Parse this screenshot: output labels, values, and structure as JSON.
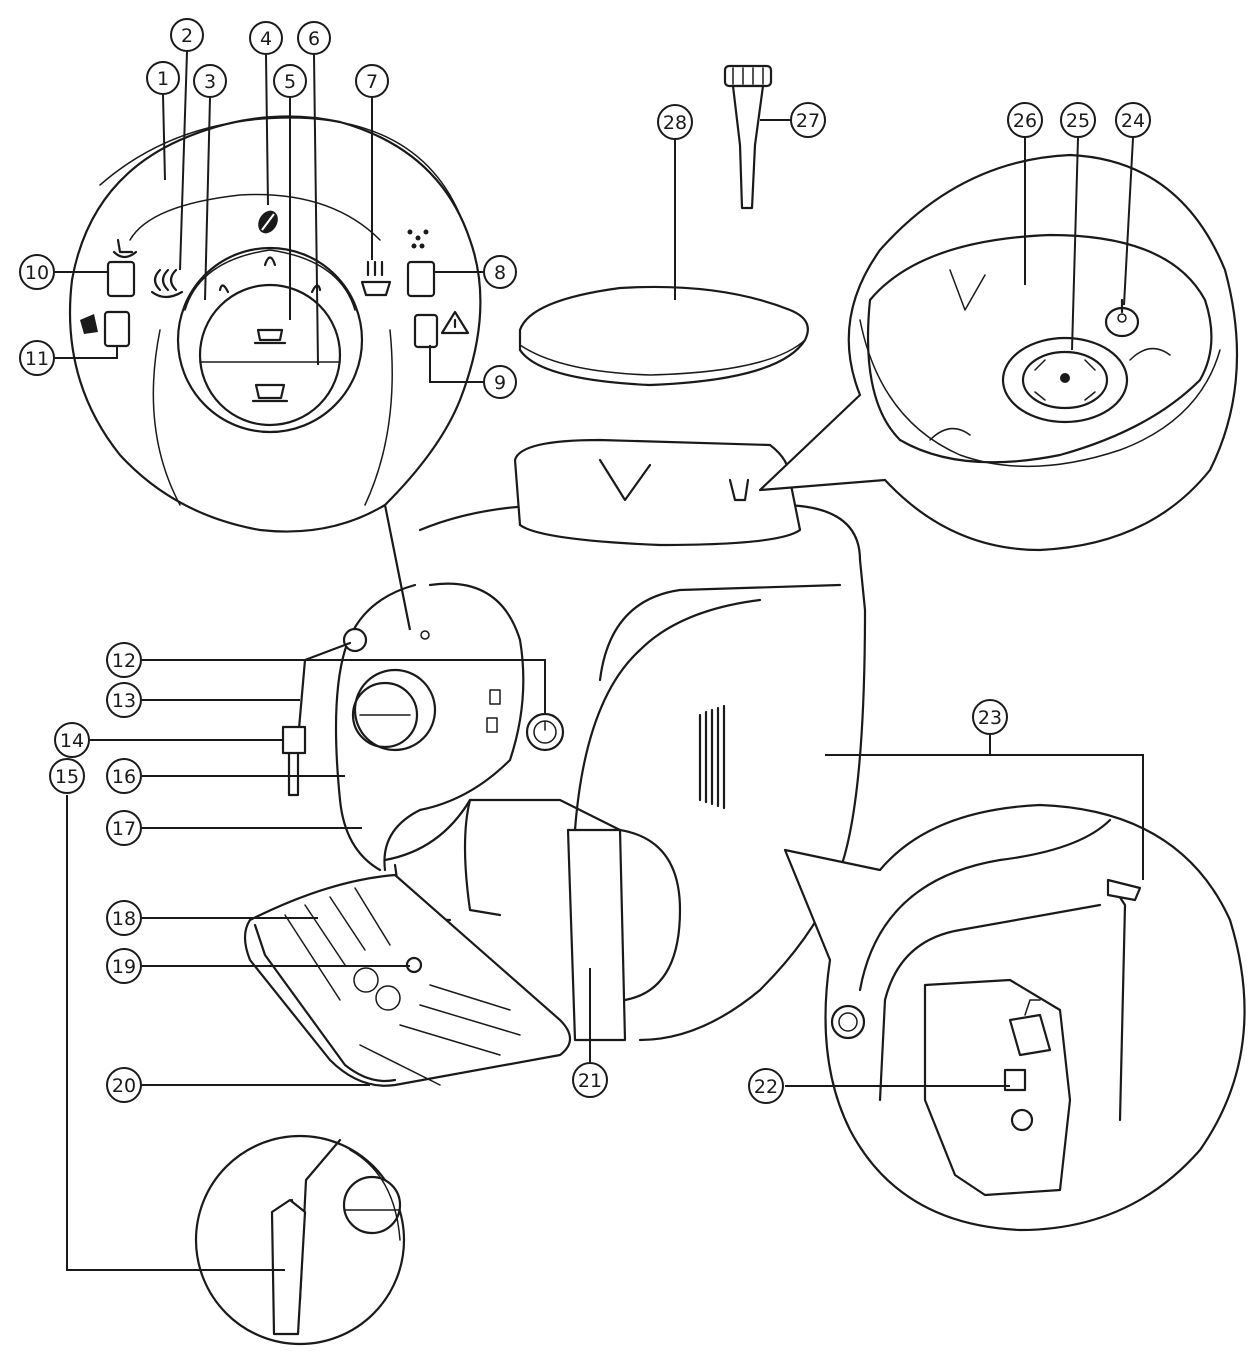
{
  "diagram": {
    "title": "",
    "callouts": [
      {
        "id": "c1",
        "label": "1"
      },
      {
        "id": "c2",
        "label": "2"
      },
      {
        "id": "c3",
        "label": "3"
      },
      {
        "id": "c4",
        "label": "4"
      },
      {
        "id": "c5",
        "label": "5"
      },
      {
        "id": "c6",
        "label": "6"
      },
      {
        "id": "c7",
        "label": "7"
      },
      {
        "id": "c8",
        "label": "8"
      },
      {
        "id": "c9",
        "label": "9"
      },
      {
        "id": "c10",
        "label": "10"
      },
      {
        "id": "c11",
        "label": "11"
      },
      {
        "id": "c12",
        "label": "12"
      },
      {
        "id": "c13",
        "label": "13"
      },
      {
        "id": "c14",
        "label": "14"
      },
      {
        "id": "c15",
        "label": "15"
      },
      {
        "id": "c16",
        "label": "16"
      },
      {
        "id": "c17",
        "label": "17"
      },
      {
        "id": "c18",
        "label": "18"
      },
      {
        "id": "c19",
        "label": "19"
      },
      {
        "id": "c20",
        "label": "20"
      },
      {
        "id": "c21",
        "label": "21"
      },
      {
        "id": "c22",
        "label": "22"
      },
      {
        "id": "c23",
        "label": "23"
      },
      {
        "id": "c24",
        "label": "24"
      },
      {
        "id": "c25",
        "label": "25"
      },
      {
        "id": "c26",
        "label": "26"
      },
      {
        "id": "c27",
        "label": "27"
      },
      {
        "id": "c28",
        "label": "28"
      }
    ],
    "icons": {
      "panel_left_top": "steam-cup-2x-icon",
      "panel_left_bottom": "descale-icon",
      "panel_right_top": "water-spray-icon",
      "panel_right_bottom": "warning-triangle-icon",
      "dial_top": "coffee-bean-icon",
      "dial_left": "steam-icon",
      "dial_right": "hot-water-icon",
      "dial_small_cup": "espresso-cup-icon",
      "dial_large_cup": "coffee-cup-icon",
      "power": "power-icon"
    },
    "colors": {
      "line": "#1a1a1a",
      "background": "#ffffff"
    }
  }
}
